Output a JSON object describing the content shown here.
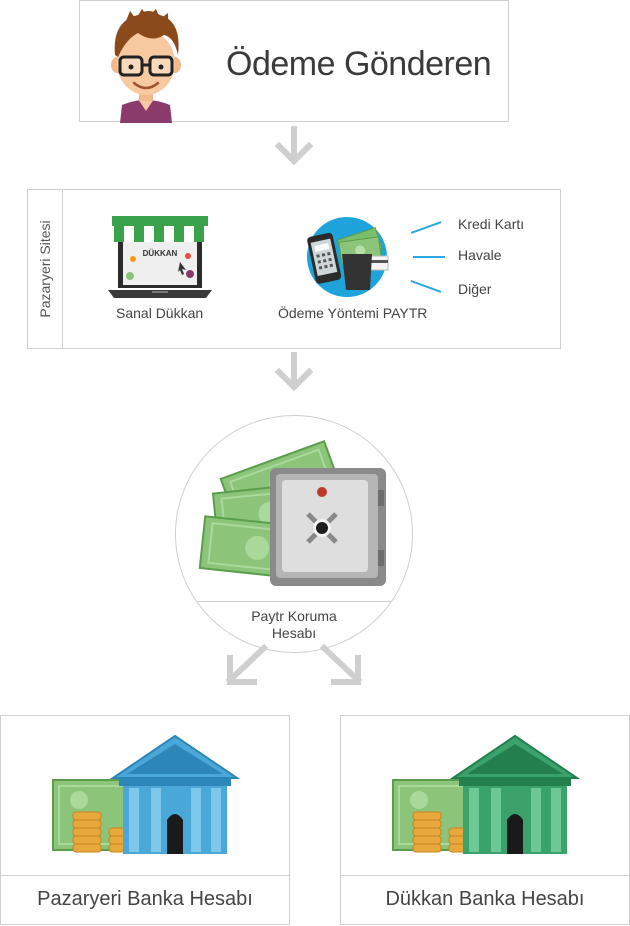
{
  "sender": {
    "title": "Ödeme Gönderen",
    "icon": "user-avatar-icon"
  },
  "marketplace": {
    "label": "Pazaryeri Sitesi",
    "shop": {
      "caption": "Sanal Dükkan",
      "screen_text": "DÜKKAN",
      "icon": "laptop-shop-icon"
    },
    "payment": {
      "caption": "Ödeme Yöntemi PAYTR",
      "icon": "wallet-cards-icon"
    },
    "methods": [
      "Kredi Kartı",
      "Havale",
      "Diğer"
    ]
  },
  "escrow": {
    "label_line1": "Paytr Koruma",
    "label_line2": "Hesabı",
    "icon": "safe-money-icon"
  },
  "banks": [
    {
      "label": "Pazaryeri Banka Hesabı",
      "color": "#4aa8d8",
      "icon": "bank-building-icon"
    },
    {
      "label": "Dükkan Banka Hesabı",
      "color": "#3aa26a",
      "icon": "bank-building-icon"
    }
  ],
  "colors": {
    "arrow": "#cfcfcf",
    "accent": "#29a9e0",
    "money": "#8cc47a",
    "awning": "#3aa24a"
  }
}
